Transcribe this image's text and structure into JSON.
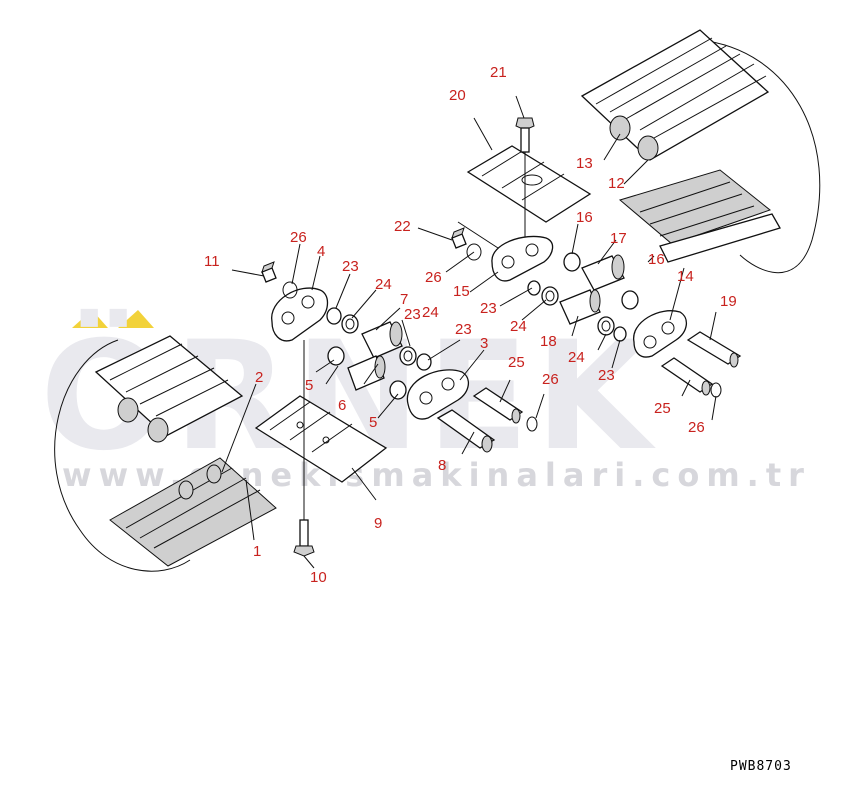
{
  "watermark": {
    "brand": "ÖRNEK",
    "url": "www.ornekismakinalari.com.tr",
    "accent_color": "#f2d23a"
  },
  "drawing_code": "PWB8703",
  "callouts": [
    "1",
    "2",
    "3",
    "4",
    "5",
    "5",
    "6",
    "7",
    "8",
    "9",
    "10",
    "11",
    "12",
    "13",
    "14",
    "15",
    "16",
    "16",
    "17",
    "18",
    "19",
    "20",
    "21",
    "22",
    "23",
    "23",
    "23",
    "23",
    "23",
    "24",
    "24",
    "24",
    "24",
    "25",
    "25",
    "26",
    "26",
    "26",
    "26"
  ],
  "colors": {
    "callout_text": "#c8221e",
    "line": "#111111"
  }
}
